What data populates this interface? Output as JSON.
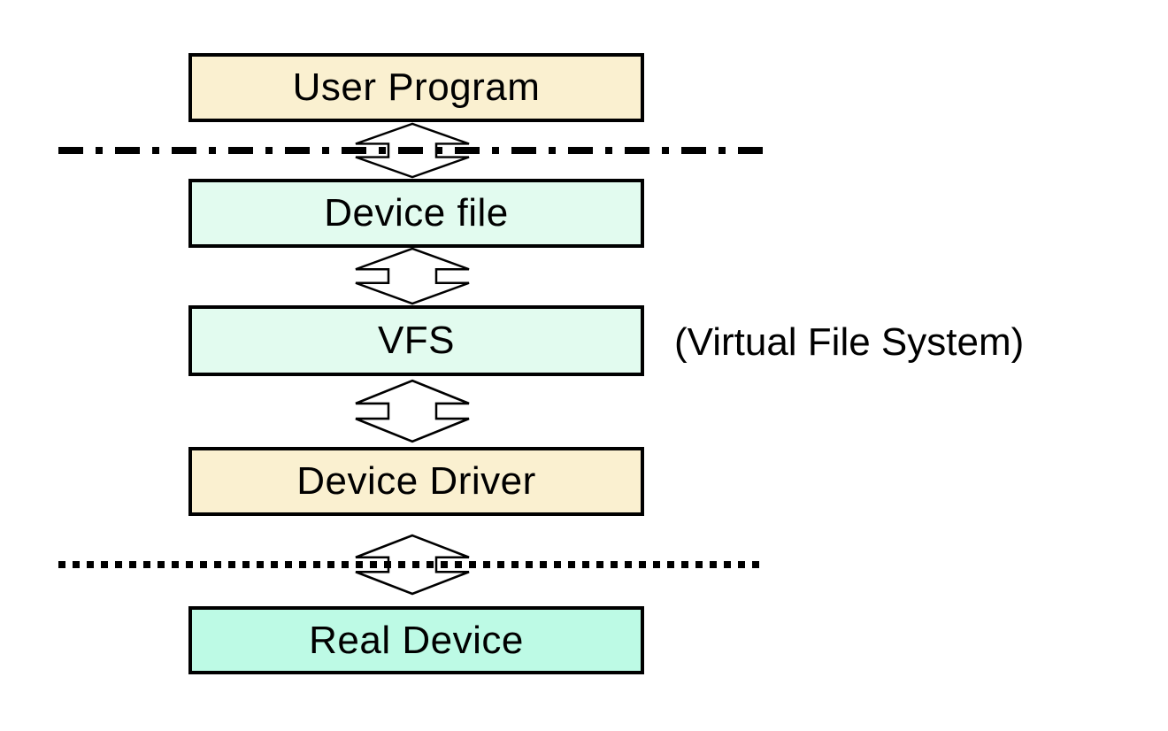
{
  "diagram": {
    "layers": [
      {
        "label": "User Program",
        "fill": "#FAF0D0"
      },
      {
        "label": "Device file",
        "fill": "#E2FBEF"
      },
      {
        "label": "VFS",
        "fill": "#E2FBEF"
      },
      {
        "label": "Device Driver",
        "fill": "#FAF0D0"
      },
      {
        "label": "Real Device",
        "fill": "#BDFAE5"
      }
    ],
    "annotation": "(Virtual File System)",
    "connectors": {
      "type": "double-headed-updown-arrow",
      "count": 4,
      "fill": "#FFFFFF",
      "stroke": "#000000"
    },
    "boundaries": [
      {
        "style": "dash-dot",
        "between": [
          "User Program",
          "Device file"
        ],
        "color": "#000000"
      },
      {
        "style": "dotted",
        "between": [
          "Device Driver",
          "Real Device"
        ],
        "color": "#000000"
      }
    ],
    "colors": {
      "background": "#FFFFFF",
      "box_border": "#000000",
      "text": "#000000",
      "cream": "#FAF0D0",
      "pale_mint": "#E2FBEF",
      "bright_mint": "#BDFAE5"
    }
  }
}
